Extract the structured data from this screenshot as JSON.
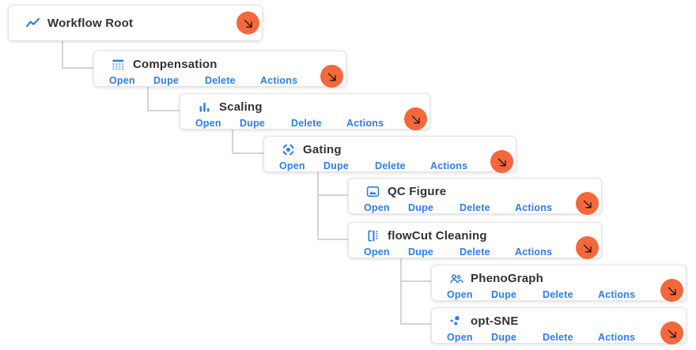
{
  "colors": {
    "accent_orange": "#f4683c",
    "link_blue": "#2e7cf3",
    "icon_blue": "#2b7cf2",
    "title_color": "#323232",
    "connector_gray": "#d4d4d4",
    "card_border": "#e4e4e4",
    "arrow_dark": "#20140c"
  },
  "nodes": [
    {
      "title": "Workflow Root",
      "icon": "line-chart-icon"
    },
    {
      "title": "Compensation",
      "icon": "table-grid-icon",
      "actions": [
        "Open",
        "Dupe",
        "Delete",
        "Actions"
      ]
    },
    {
      "title": "Scaling",
      "icon": "bar-chart-icon",
      "actions": [
        "Open",
        "Dupe",
        "Delete",
        "Actions"
      ]
    },
    {
      "title": "Gating",
      "icon": "focus-icon",
      "actions": [
        "Open",
        "Dupe",
        "Delete",
        "Actions"
      ]
    },
    {
      "title": "QC Figure",
      "icon": "image-icon",
      "actions": [
        "Open",
        "Dupe",
        "Delete",
        "Actions"
      ]
    },
    {
      "title": "flowCut Cleaning",
      "icon": "flowcut-icon",
      "actions": [
        "Open",
        "Dupe",
        "Delete",
        "Actions"
      ]
    },
    {
      "title": "PhenoGraph",
      "icon": "group-icon",
      "actions": [
        "Open",
        "Dupe",
        "Delete",
        "Actions"
      ]
    },
    {
      "title": "opt-SNE",
      "icon": "scatter-icon",
      "actions": [
        "Open",
        "Dupe",
        "Delete",
        "Actions"
      ]
    }
  ]
}
